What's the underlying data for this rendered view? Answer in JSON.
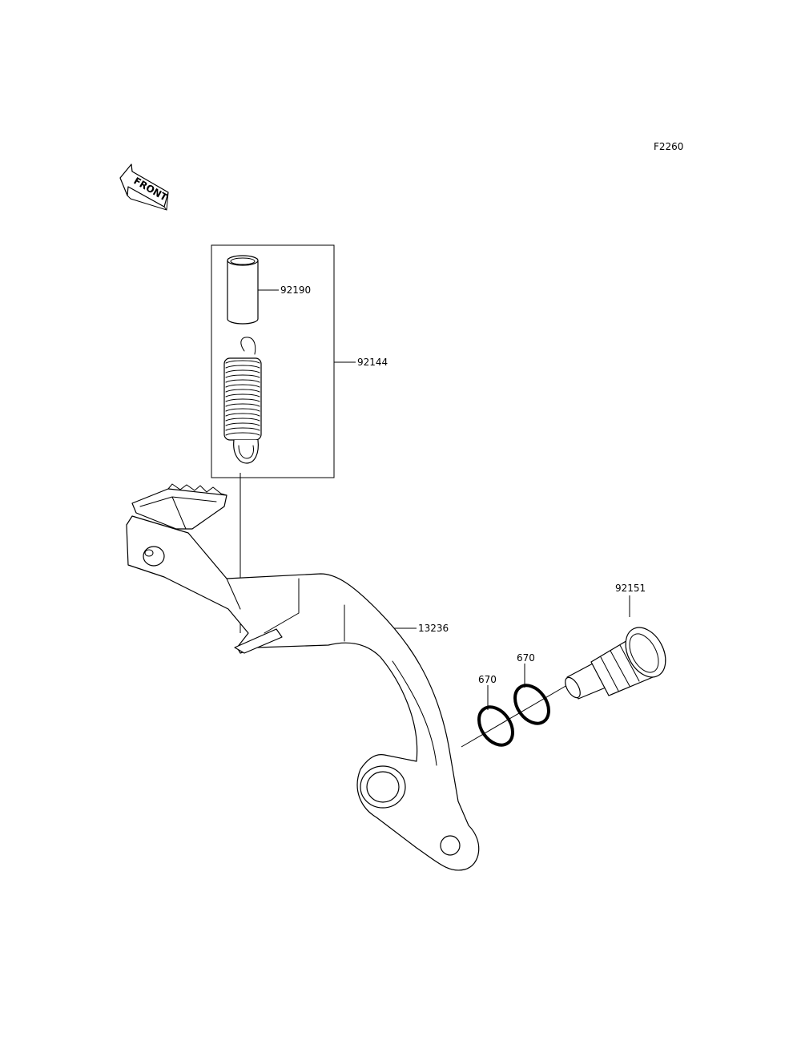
{
  "diagram_code": "F2260",
  "front_label": "FRONT",
  "parts": {
    "collar": "92190",
    "spring": "92144",
    "brake_pedal": "13236",
    "shaft": "92151",
    "oring_left": "670",
    "oring_right": "670"
  }
}
